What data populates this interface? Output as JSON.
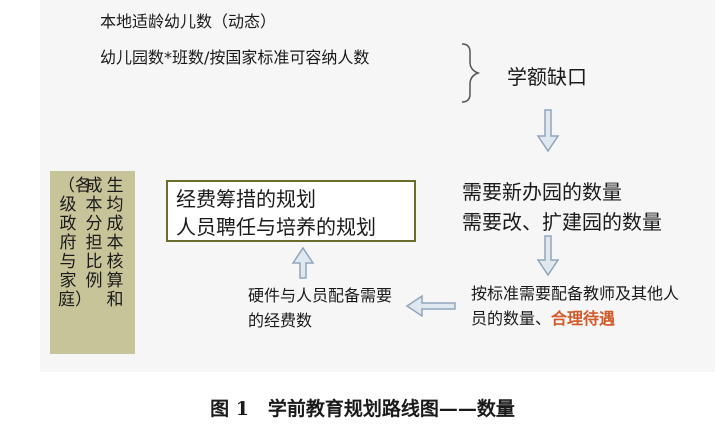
{
  "inputs": {
    "local_children": "本地适龄幼儿数（动态）",
    "kindergarten_capacity": "幼儿园数*班数/按国家标准可容纳人数"
  },
  "gap": "学额缺口",
  "needs": {
    "new_kindergartens": "需要新办园的数量",
    "expand_kindergartens": "需要改、扩建园的数量"
  },
  "staff": {
    "text": "按标准需要配备教师及其他人员的数量、",
    "highlight": "合理待遇",
    "highlight_color": "#d05a2a"
  },
  "hardware_cost": "硬件与人员配备需要的经费数",
  "plan": {
    "line1": "经费筹措的规划",
    "line2": "人员聘任与培养的规划"
  },
  "cost_sharing": {
    "line1": "生均成本核算和",
    "line2": "成本分担比例",
    "line3": "（各级政府与家庭）"
  },
  "caption": "图 1　学前教育规划路线图——数量",
  "colors": {
    "arrow_fill": "#dfe7ef",
    "arrow_stroke": "#8fa6bd",
    "plan_border": "#6b6b2a",
    "side_bg": "#c8c49a"
  }
}
